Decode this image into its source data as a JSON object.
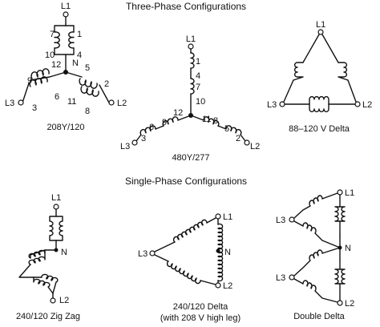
{
  "titles": {
    "three_phase": "Three-Phase Configurations",
    "single_phase": "Single-Phase Configurations"
  },
  "captions": {
    "wye_208": "208Y/120",
    "wye_480": "480Y/277",
    "delta_88": "88–120 V Delta",
    "zigzag": "240/120 Zig Zag",
    "delta_240_line1": "240/120 Delta",
    "delta_240_line2": "(with 208 V high leg)",
    "double_delta": "Double Delta"
  },
  "labels": {
    "L1": "L1",
    "L2": "L2",
    "L3": "L3",
    "N": "N",
    "n1": "1",
    "n2": "2",
    "n3": "3",
    "n4": "4",
    "n5": "5",
    "n6": "6",
    "n7": "7",
    "n8": "8",
    "n9": "9",
    "n10": "10",
    "n11": "11",
    "n12": "12"
  }
}
